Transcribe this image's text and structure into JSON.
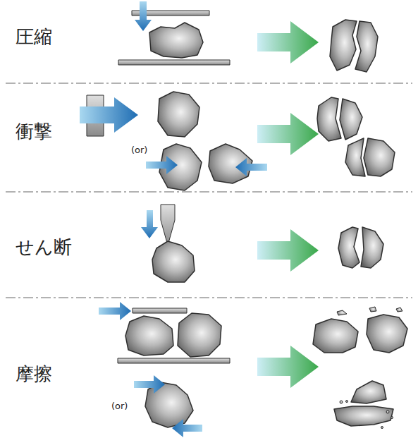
{
  "diagram": {
    "labels": [
      "圧縮",
      "衝撃",
      "(or)",
      "せん断",
      "摩擦",
      "(or)"
    ]
  }
}
